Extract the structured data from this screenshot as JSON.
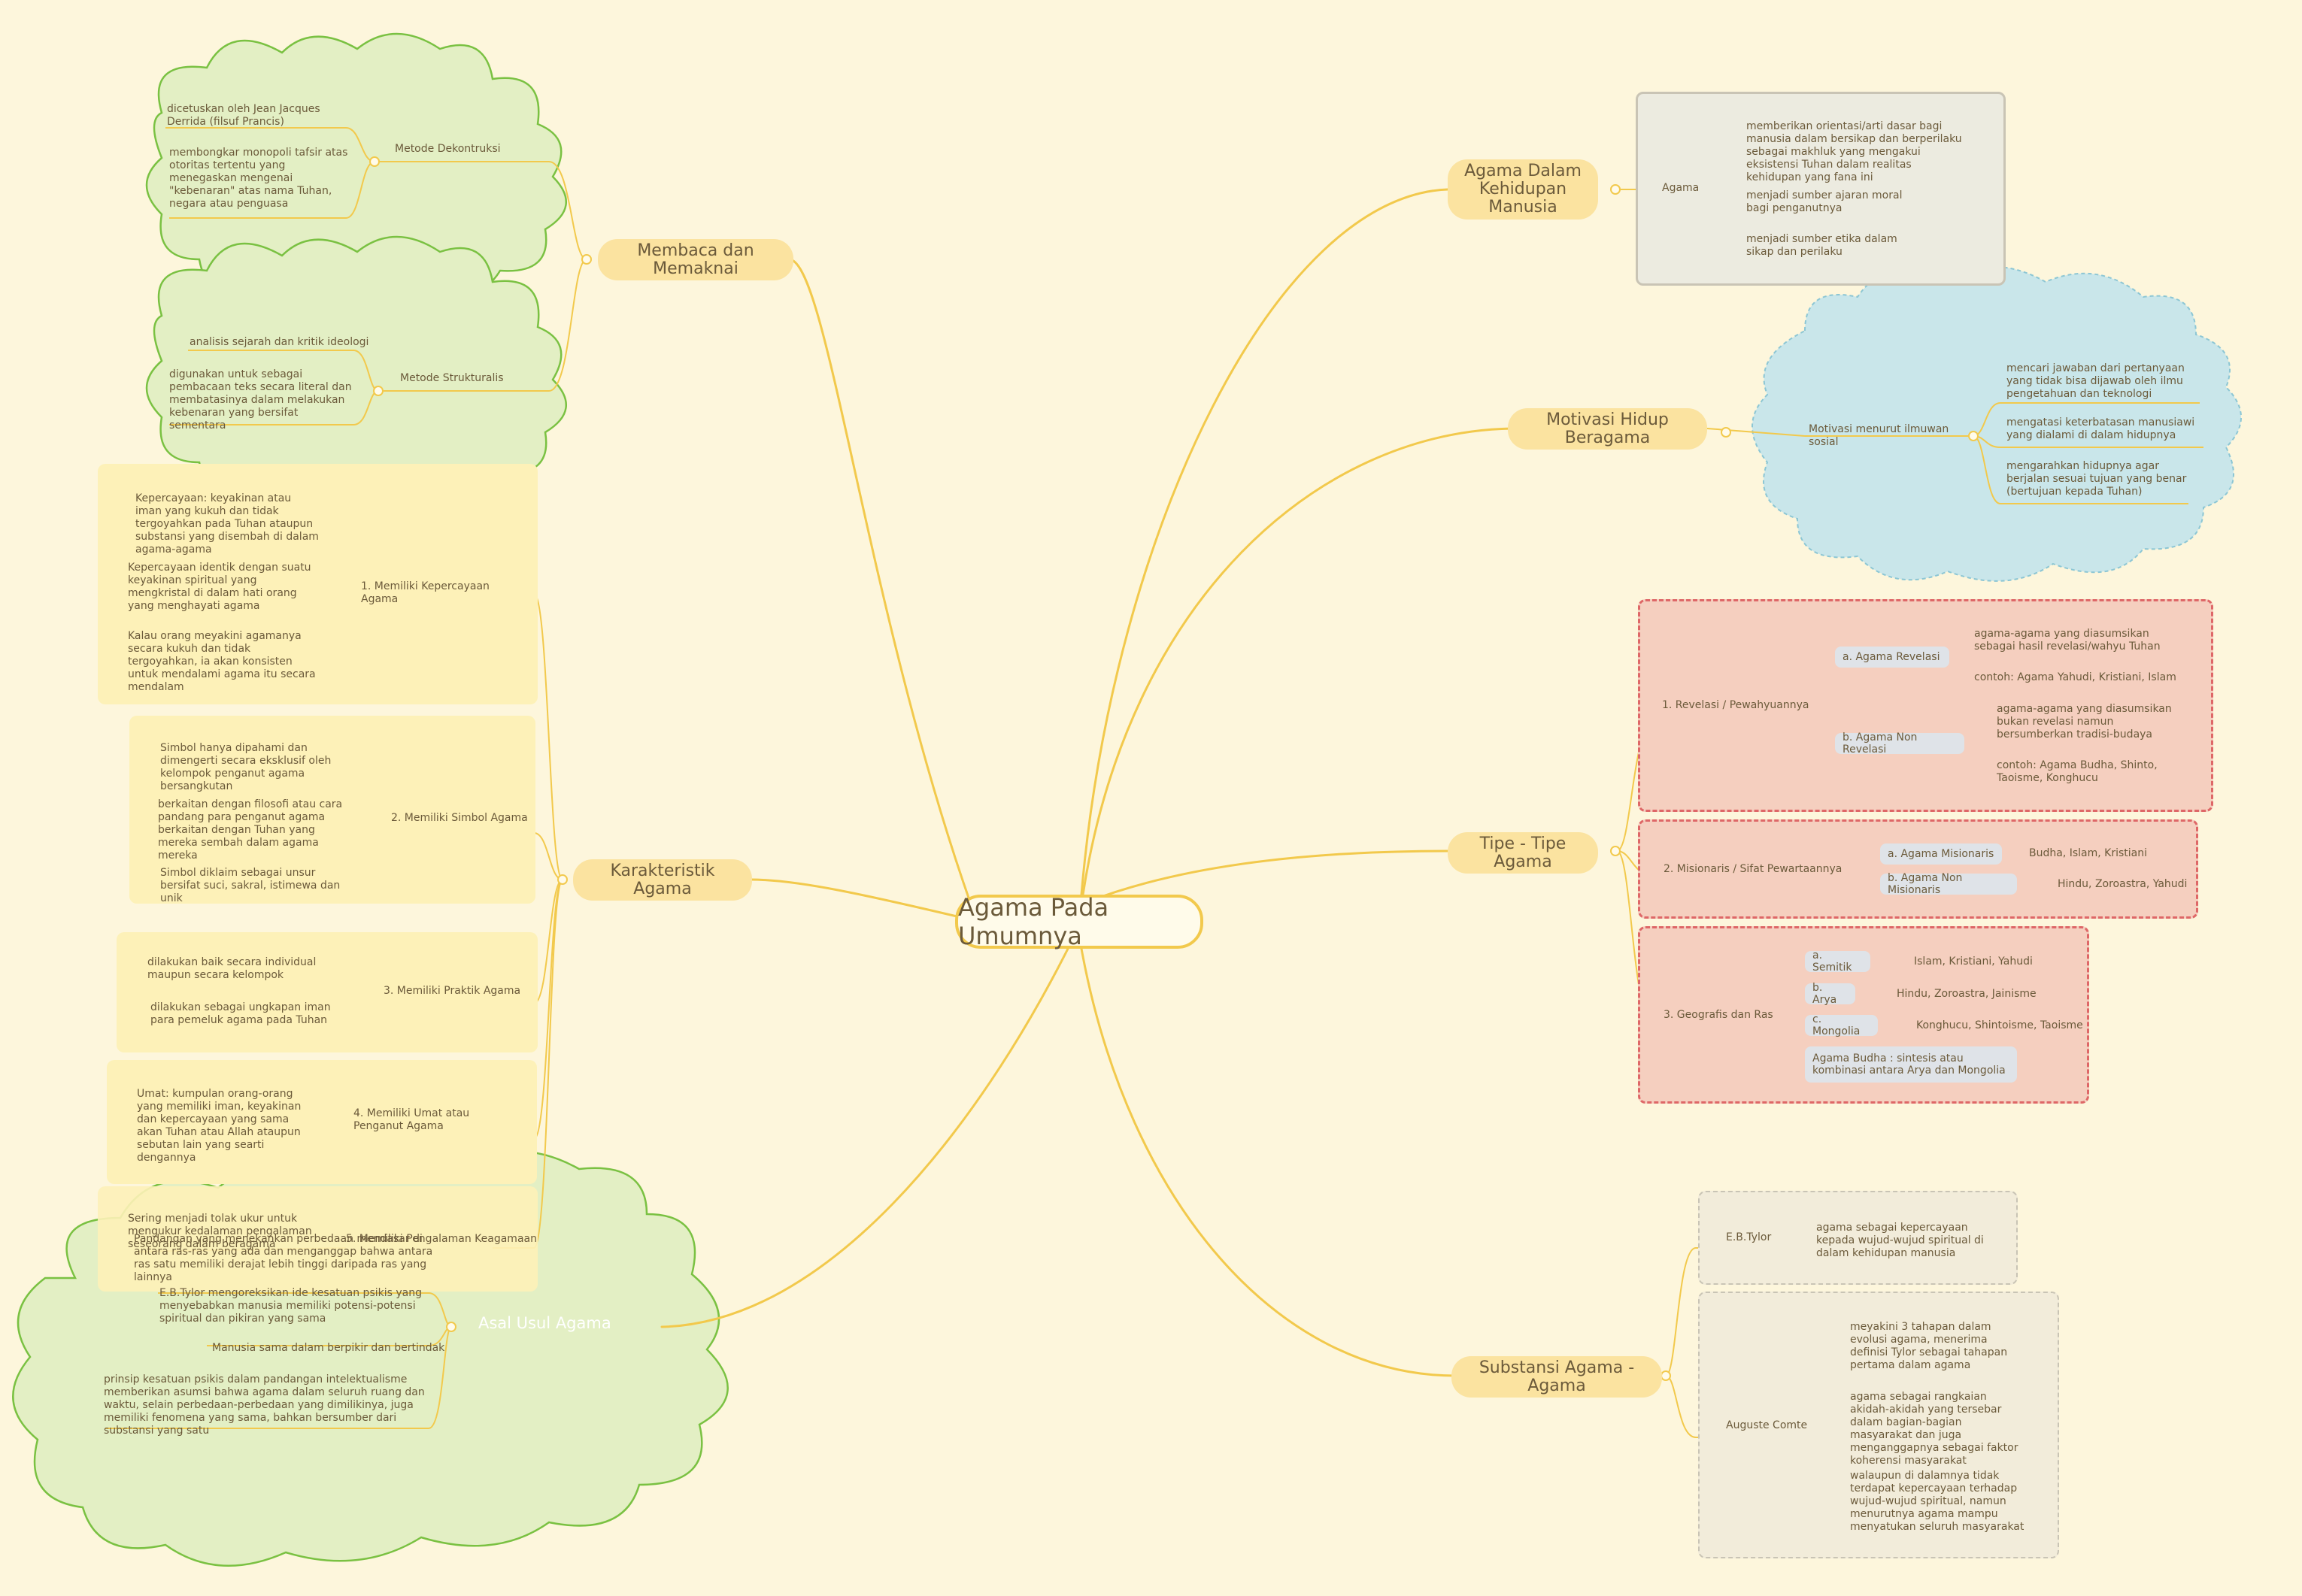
{
  "central": "Agama Pada Umumnya",
  "topics": {
    "agama_dalam": "Agama Dalam Kehidupan Manusia",
    "motivasi": "Motivasi Hidup Beragama",
    "tipe": "Tipe - Tipe Agama",
    "substansi": "Substansi Agama - Agama",
    "membaca": "Membaca dan Memaknai",
    "karakteristik": "Karakteristik Agama",
    "asal_usul": "Asal Usul Agama"
  },
  "agama_dalam": {
    "sub": "Agama",
    "items": [
      "memberikan orientasi/arti dasar bagi manusia dalam bersikap dan berperilaku sebagai makhluk yang mengakui eksistensi Tuhan dalam realitas kehidupan yang fana ini",
      "menjadi sumber ajaran moral bagi penganutnya",
      "menjadi sumber etika dalam sikap dan perilaku"
    ]
  },
  "motivasi": {
    "sub": "Motivasi menurut ilmuwan sosial",
    "items": [
      "mencari jawaban dari pertanyaan yang tidak bisa dijawab oleh ilmu pengetahuan dan teknologi",
      "mengatasi keterbatasan manusiawi yang dialami di dalam hidupnya",
      "mengarahkan hidupnya agar berjalan sesuai tujuan yang benar (bertujuan kepada Tuhan)"
    ]
  },
  "tipe": {
    "wahyu": {
      "label": "1. Revelasi / Pewahyuannya",
      "a": "a. Agama Revelasi",
      "a_items": [
        "agama-agama yang diasumsikan sebagai hasil revelasi/wahyu Tuhan",
        "contoh: Agama Yahudi, Kristiani, Islam"
      ],
      "b": "b. Agama Non Revelasi",
      "b_items": [
        "agama-agama yang diasumsikan bukan revelasi namun bersumberkan tradisi-budaya",
        "contoh: Agama Budha, Shinto, Taoisme, Konghucu"
      ]
    },
    "misi": {
      "label": "2. Misionaris / Sifat Pewartaannya",
      "a": "a. Agama Misionaris",
      "a_val": "Budha, Islam, Kristiani",
      "b": "b. Agama Non Misionaris",
      "b_val": "Hindu, Zoroastra, Yahudi"
    },
    "geo": {
      "label": "3. Geografis dan Ras",
      "items": [
        {
          "k": "a. Semitik",
          "v": "Islam, Kristiani, Yahudi"
        },
        {
          "k": "b. Arya",
          "v": "Hindu, Zoroastra, Jainisme"
        },
        {
          "k": "c. Mongolia",
          "v": "Konghucu, Shintoisme, Taoisme"
        }
      ],
      "note": "Agama Budha : sintesis atau kombinasi antara Arya dan Mongolia"
    }
  },
  "substansi": {
    "tylor": "E.B.Tylor",
    "tylor_item": "agama sebagai kepercayaan kepada wujud-wujud spiritual di dalam kehidupan manusia",
    "comte": "Auguste Comte",
    "comte_items": [
      "meyakini 3 tahapan dalam evolusi agama, menerima definisi Tylor sebagai tahapan pertama dalam agama",
      "agama sebagai rangkaian akidah-akidah yang tersebar dalam bagian-bagian masyarakat dan juga menganggapnya sebagai faktor koherensi masyarakat",
      "walaupun di dalamnya tidak terdapat kepercayaan terhadap wujud-wujud spiritual, namun menurutnya agama mampu menyatukan seluruh masyarakat"
    ]
  },
  "membaca": {
    "dekon": "Metode Dekontruksi",
    "dekon_items": [
      "dicetuskan oleh Jean Jacques Derrida (filsuf Prancis)",
      "membongkar monopoli tafsir atas otoritas tertentu yang menegaskan mengenai \"kebenaran\" atas nama Tuhan, negara atau penguasa"
    ],
    "struk": "Metode Strukturalis",
    "struk_items": [
      "analisis sejarah dan kritik ideologi",
      "digunakan untuk sebagai pembacaan teks secara literal dan membatasinya dalam melakukan kebenaran yang bersifat sementara"
    ]
  },
  "karakteristik": {
    "k1": "1. Memiliki Kepercayaan Agama",
    "k1_items": [
      "Kepercayaan: keyakinan atau iman yang kukuh dan tidak tergoyahkan pada Tuhan ataupun substansi yang disembah di dalam agama-agama",
      "Kepercayaan identik dengan suatu keyakinan spiritual yang mengkristal di dalam hati orang yang menghayati agama",
      "Kalau orang meyakini agamanya secara kukuh dan tidak tergoyahkan, ia akan konsisten untuk mendalami agama itu secara mendalam"
    ],
    "k2": "2. Memiliki Simbol Agama",
    "k2_items": [
      "Simbol hanya dipahami dan dimengerti secara eksklusif oleh kelompok penganut agama bersangkutan",
      "berkaitan dengan filosofi atau cara pandang para penganut agama berkaitan dengan Tuhan yang mereka sembah dalam agama mereka",
      "Simbol diklaim sebagai unsur bersifat suci, sakral, istimewa dan unik"
    ],
    "k3": "3. Memiliki Praktik Agama",
    "k3_items": [
      "dilakukan baik secara individual maupun secara kelompok",
      "dilakukan sebagai ungkapan iman para pemeluk agama pada Tuhan"
    ],
    "k4": "4. Memiliki Umat atau Penganut Agama",
    "k4_items": [
      "Umat: kumpulan orang-orang yang memiliki iman, keyakinan dan kepercayaan yang sama akan Tuhan atau Allah ataupun sebutan lain yang searti dengannya"
    ],
    "k5": "5. Memiliki Pengalaman Keagamaan",
    "k5_items": [
      "Sering menjadi tolak ukur untuk mengukur kedalaman pengalaman seseorang dalam beragama"
    ]
  },
  "asal_usul": {
    "items": [
      "Pandangan yang menekankan perbedaan mendasar di antara ras-ras yang ada dan menganggap bahwa antara ras satu memiliki derajat lebih tinggi daripada ras yang lainnya",
      "E.B.Tylor mengoreksikan ide kesatuan psikis yang menyebabkan manusia memiliki potensi-potensi spiritual dan pikiran yang sama",
      "Manusia sama dalam berpikir dan bertindak",
      "prinsip kesatuan psikis dalam pandangan intelektualisme memberikan asumsi bahwa agama dalam seluruh ruang dan waktu, selain perbedaan-perbedaan yang dimilikinya, juga memiliki fenomena yang sama, bahkan bersumber dari substansi yang satu"
    ]
  },
  "colors": {
    "background": "#fdf6dc",
    "branch": "#f2c94c",
    "topic_fill": "#fbe3a0",
    "green_cloud": "#e3efc4",
    "blue_cloud": "#c9e6ea",
    "red_card": "#f5cfbf",
    "grey_card": "#ecebe0"
  }
}
